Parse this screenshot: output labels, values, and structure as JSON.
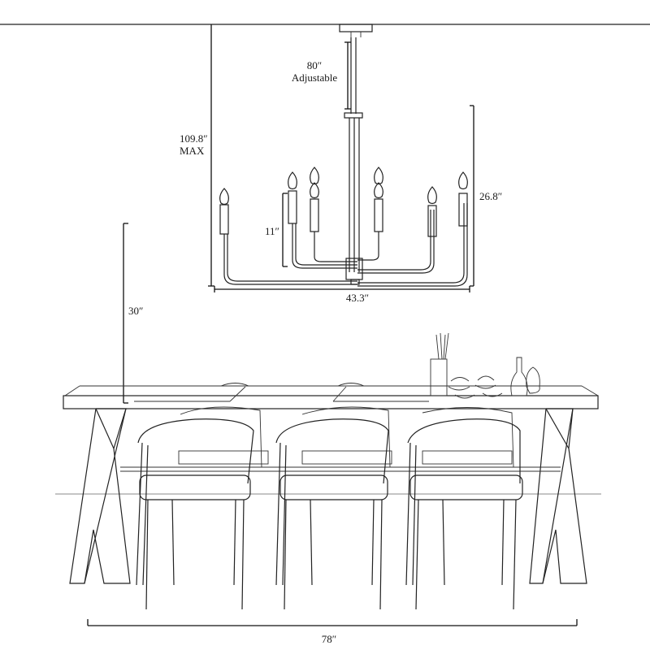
{
  "dimensions": {
    "chain_length": "80″",
    "chain_note": "Adjustable",
    "max_height": "109.8″",
    "max_note": "MAX",
    "fixture_height": "26.8″",
    "candle_height": "11″",
    "fixture_width": "43.3″",
    "hang_height": "30″",
    "table_length": "78″"
  },
  "colors": {
    "line": "#222222",
    "floor": "#888888",
    "background": "#ffffff"
  }
}
